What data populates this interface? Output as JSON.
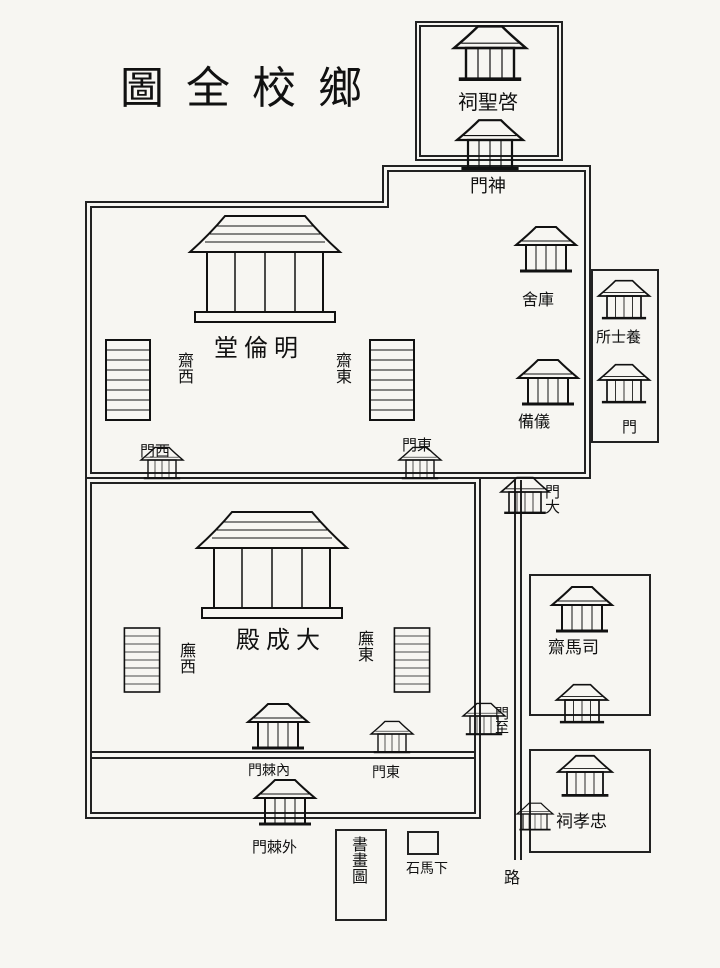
{
  "title": "圖全校鄉",
  "buildings": {
    "qisheng_ci": "祠聖啓",
    "shen_men": "門神",
    "ku_she": "舍庫",
    "yang_shi_suo": "所士養",
    "men_right": "門",
    "yu_bei": "備儀",
    "ming_lun_tang": "堂倫明",
    "west_zhai": "齋西",
    "east_zhai": "齋東",
    "west_gate_small": "門西",
    "east_gate_small": "門東",
    "da_men": "門大",
    "da_cheng_dian": "殿成大",
    "west_wu": "廡西",
    "east_wu": "廡東",
    "si_ma_zhai": "齋馬司",
    "zhong_xiao": "祠孝忠",
    "nei_ji_men": "門棘內",
    "dong_men": "門東",
    "zhong_men": "門至",
    "wai_ji_men": "門棘外",
    "wen_qu": "書畫圖",
    "xia_ma": "石馬下",
    "lu": "路"
  }
}
